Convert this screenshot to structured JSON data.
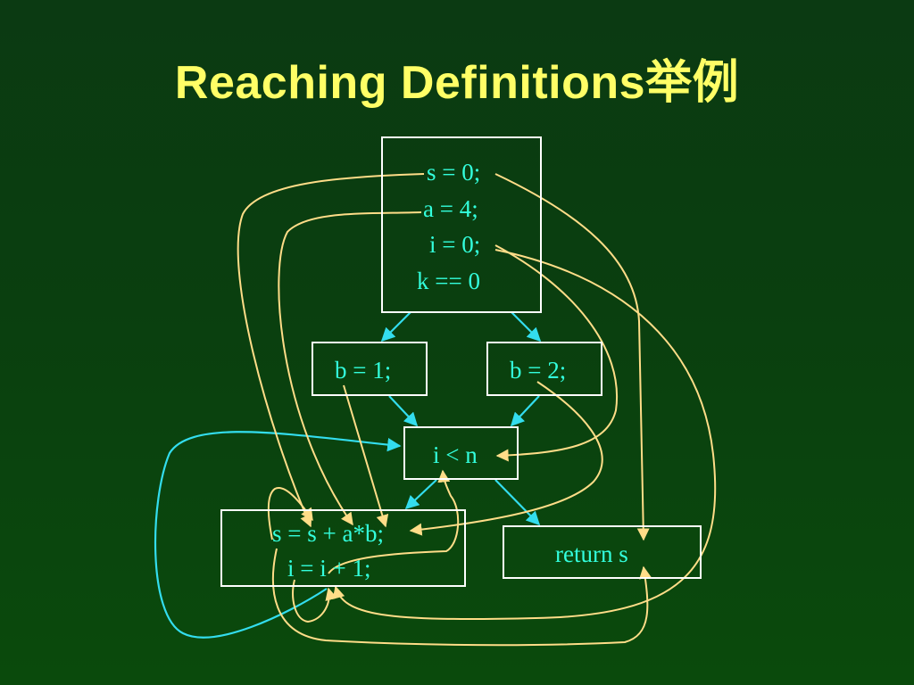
{
  "title": "Reaching Definitions举例",
  "blocks": {
    "entry": {
      "lines": [
        "s = 0;",
        "a = 4;",
        "i = 0;",
        "k == 0"
      ]
    },
    "b1": {
      "lines": [
        "b = 1;"
      ]
    },
    "b2": {
      "lines": [
        "b = 2;"
      ]
    },
    "cond": {
      "lines": [
        "i < n"
      ]
    },
    "loop": {
      "lines": [
        "s = s + a*b;",
        "i = i + 1;"
      ]
    },
    "ret": {
      "lines": [
        "return s"
      ]
    }
  },
  "colors": {
    "background": "#0a4a0c",
    "title": "#ffff66",
    "code": "#33ffdd",
    "box_border": "#ffffff",
    "control_flow_edge": "#33ddee",
    "reaching_def_edge": "#ffdd88"
  }
}
